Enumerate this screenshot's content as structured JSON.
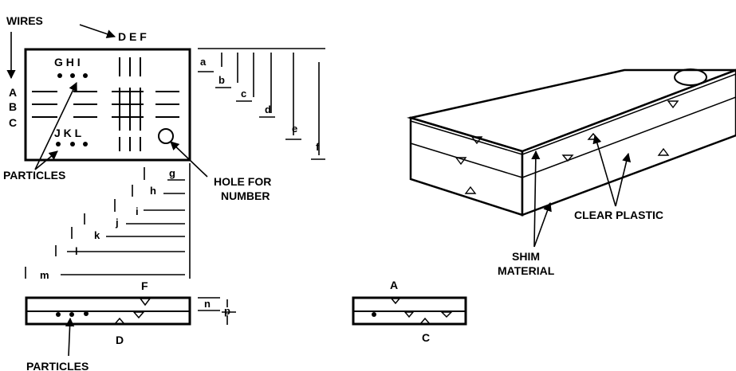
{
  "labels": {
    "wires": "WIRES",
    "def": "D E F",
    "ghi": "G H I",
    "jkl": "J K L",
    "a_row": "A",
    "b_row": "B",
    "c_row": "C",
    "particles_top": "PARTICLES",
    "hole_for": "HOLE FOR",
    "number": "NUMBER",
    "f_side": "F",
    "d_side": "D",
    "particles_bottom": "PARTICLES",
    "a_side2": "A",
    "c_side2": "C",
    "clear_plastic": "CLEAR PLASTIC",
    "shim": "SHIM",
    "material": "MATERIAL"
  },
  "dimensions": {
    "a": "a",
    "b": "b",
    "c": "c",
    "d": "d",
    "e": "e",
    "f": "f",
    "g": "g",
    "h": "h",
    "i": "i",
    "j": "j",
    "k": "k",
    "l": "l",
    "m": "m",
    "n": "n",
    "p": "p"
  },
  "colors": {
    "ink": "#000000",
    "background": "#ffffff"
  }
}
